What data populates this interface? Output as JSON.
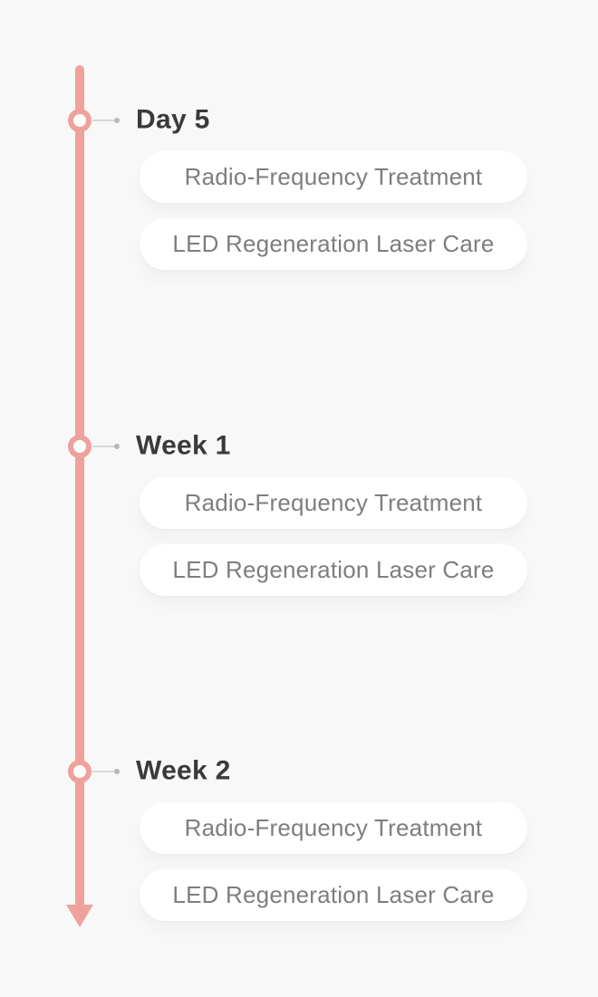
{
  "page": {
    "background_color": "#f9f8f8",
    "accent_color": "#efa29c",
    "label_text_color": "#3a3a3a",
    "card_text_color": "#7e7e7e"
  },
  "timeline": {
    "sections": [
      {
        "label": "Day 5",
        "items": [
          "Radio-Frequency Treatment",
          "LED Regeneration Laser Care"
        ]
      },
      {
        "label": "Week 1",
        "items": [
          "Radio-Frequency Treatment",
          "LED Regeneration Laser Care"
        ]
      },
      {
        "label": "Week 2",
        "items": [
          "Radio-Frequency Treatment",
          "LED Regeneration Laser Care"
        ]
      }
    ]
  }
}
